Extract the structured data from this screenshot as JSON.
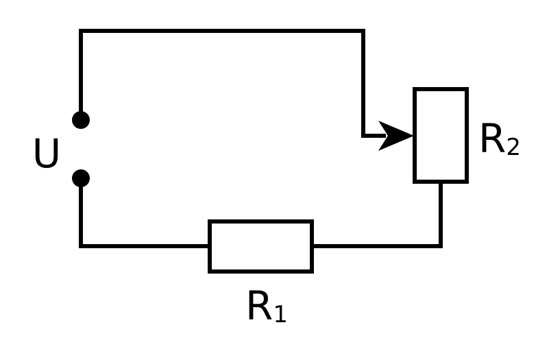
{
  "colors": {
    "line": "#000000",
    "background": "#ffffff"
  },
  "labels": {
    "source": "U",
    "resistor1": {
      "main": "R",
      "sub": "1"
    },
    "resistor2": {
      "main": "R",
      "sub": "2"
    }
  }
}
